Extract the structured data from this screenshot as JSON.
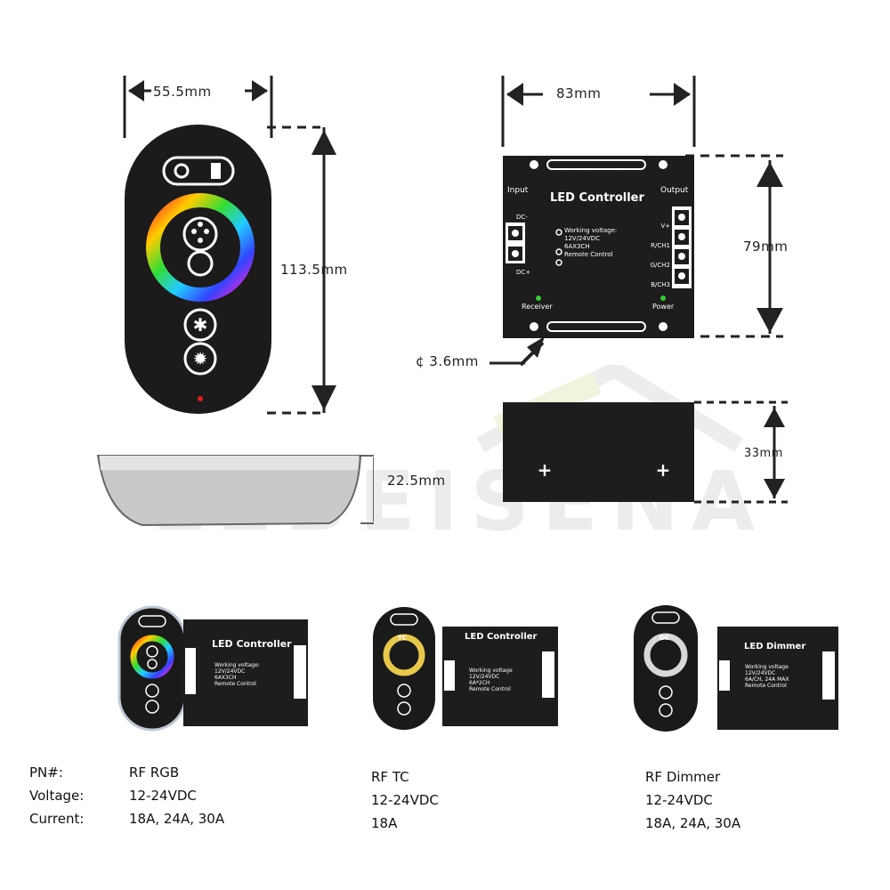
{
  "watermark": "LEBEISENA",
  "dimensions": {
    "remote_width": "55.5mm",
    "remote_height": "113.5mm",
    "remote_depth": "22.5mm",
    "controller_width": "83mm",
    "controller_height": "79mm",
    "controller_depth": "33mm",
    "hole_diameter": "¢ 3.6mm"
  },
  "controller_panel": {
    "title": "LED Controller",
    "input_label": "Input",
    "output_label": "Output",
    "dc_minus": "DC-",
    "dc_plus": "DC+",
    "specs": [
      "Working voltage:",
      "12V/24VDC",
      "6AX3CH",
      "Remote Control"
    ],
    "outputs": [
      "V+",
      "R/CH1",
      "G/CH2",
      "B/CH3"
    ],
    "receiver": "Receiver",
    "power": "Power"
  },
  "products": [
    {
      "name": "RF RGB",
      "voltage": "12-24VDC",
      "current": "18A, 24A, 30A",
      "controller_title": "LED Controller",
      "remote_label": "",
      "ring_color": "rainbow",
      "specs": [
        "Working voltage:",
        "12V/24VDC",
        "6AX3CH",
        "Remote Control"
      ]
    },
    {
      "name": "RF TC",
      "voltage": "12-24VDC",
      "current": "18A",
      "controller_title": "LED Controller",
      "remote_label": "TC",
      "ring_color": "#e8c84a",
      "specs": [
        "Working voltage",
        "12V/24VDC",
        "6A*2CH",
        "Remote Control"
      ]
    },
    {
      "name": "RF Dimmer",
      "voltage": "12-24VDC",
      "current": "18A, 24A, 30A",
      "controller_title": "LED Dimmer",
      "remote_label": "DC",
      "ring_color": "#d8d8d8",
      "specs": [
        "Working voltage",
        "12V/24VDC",
        "6A/CH, 24A MAX",
        "Remote Control"
      ]
    }
  ],
  "spec_labels": {
    "pn": "PN#:",
    "voltage": "Voltage:",
    "current": "Current:"
  }
}
